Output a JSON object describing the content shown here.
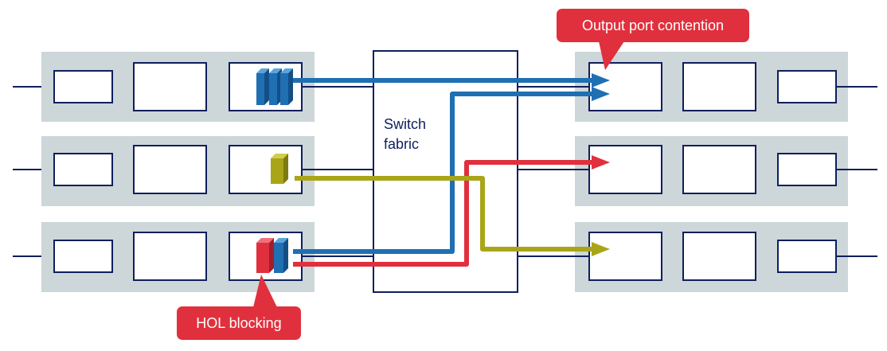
{
  "colors": {
    "background": "#ffffff",
    "port_panel": "#cdd6d9",
    "box_border": "#0f1f5c",
    "box_fill": "#ffffff",
    "packet_blue": "#1f6fb3",
    "packet_yellow": "#a9a519",
    "packet_red": "#e0303d",
    "callout_red": "#e0303d",
    "callout_text": "#ffffff",
    "fabric_text": "#0f1f5c"
  },
  "fabric": {
    "label_line1": "Switch",
    "label_line2": "fabric"
  },
  "callouts": {
    "output_contention": "Output port contention",
    "hol_blocking": "HOL blocking"
  },
  "icons": [
    "packet-stack-icon",
    "arrowhead-icon"
  ]
}
